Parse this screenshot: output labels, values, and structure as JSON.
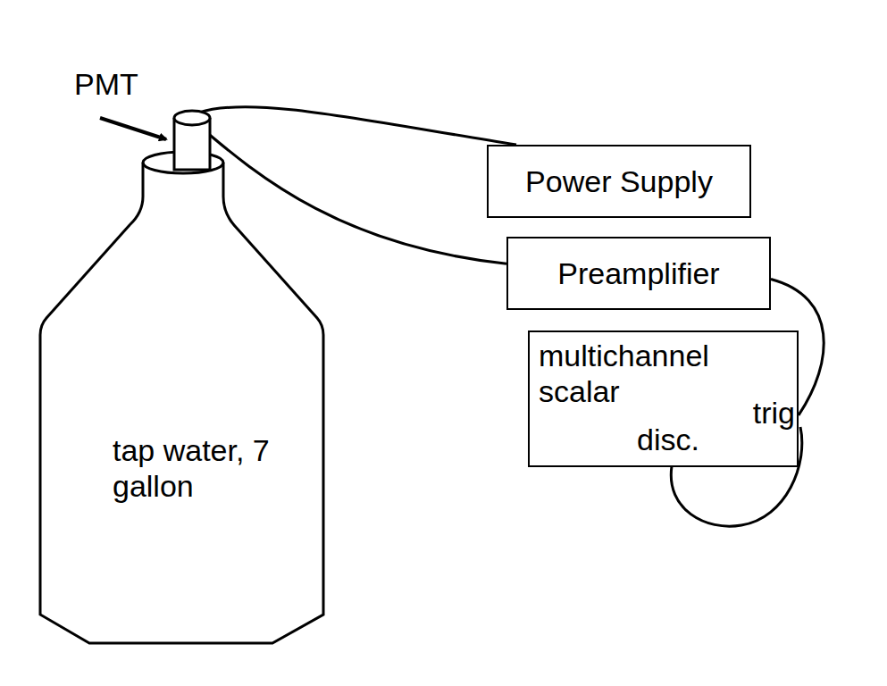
{
  "diagram": {
    "nodes": [
      {
        "text": [
          "tap water, 7 gallon"
        ]
      },
      {
        "text": [
          "PMT"
        ]
      },
      {
        "text": [
          "Power Supply"
        ]
      },
      {
        "text": [
          "Preamplifier"
        ]
      },
      {
        "text": [
          "multichannel scalar",
          "trig",
          "disc."
        ]
      }
    ],
    "edges": [
      {
        "from": 1,
        "to": 2,
        "arrow": "none"
      },
      {
        "from": 1,
        "to": 3,
        "arrow": "none"
      },
      {
        "from": 3,
        "to": 4,
        "arrow": "none"
      }
    ]
  }
}
